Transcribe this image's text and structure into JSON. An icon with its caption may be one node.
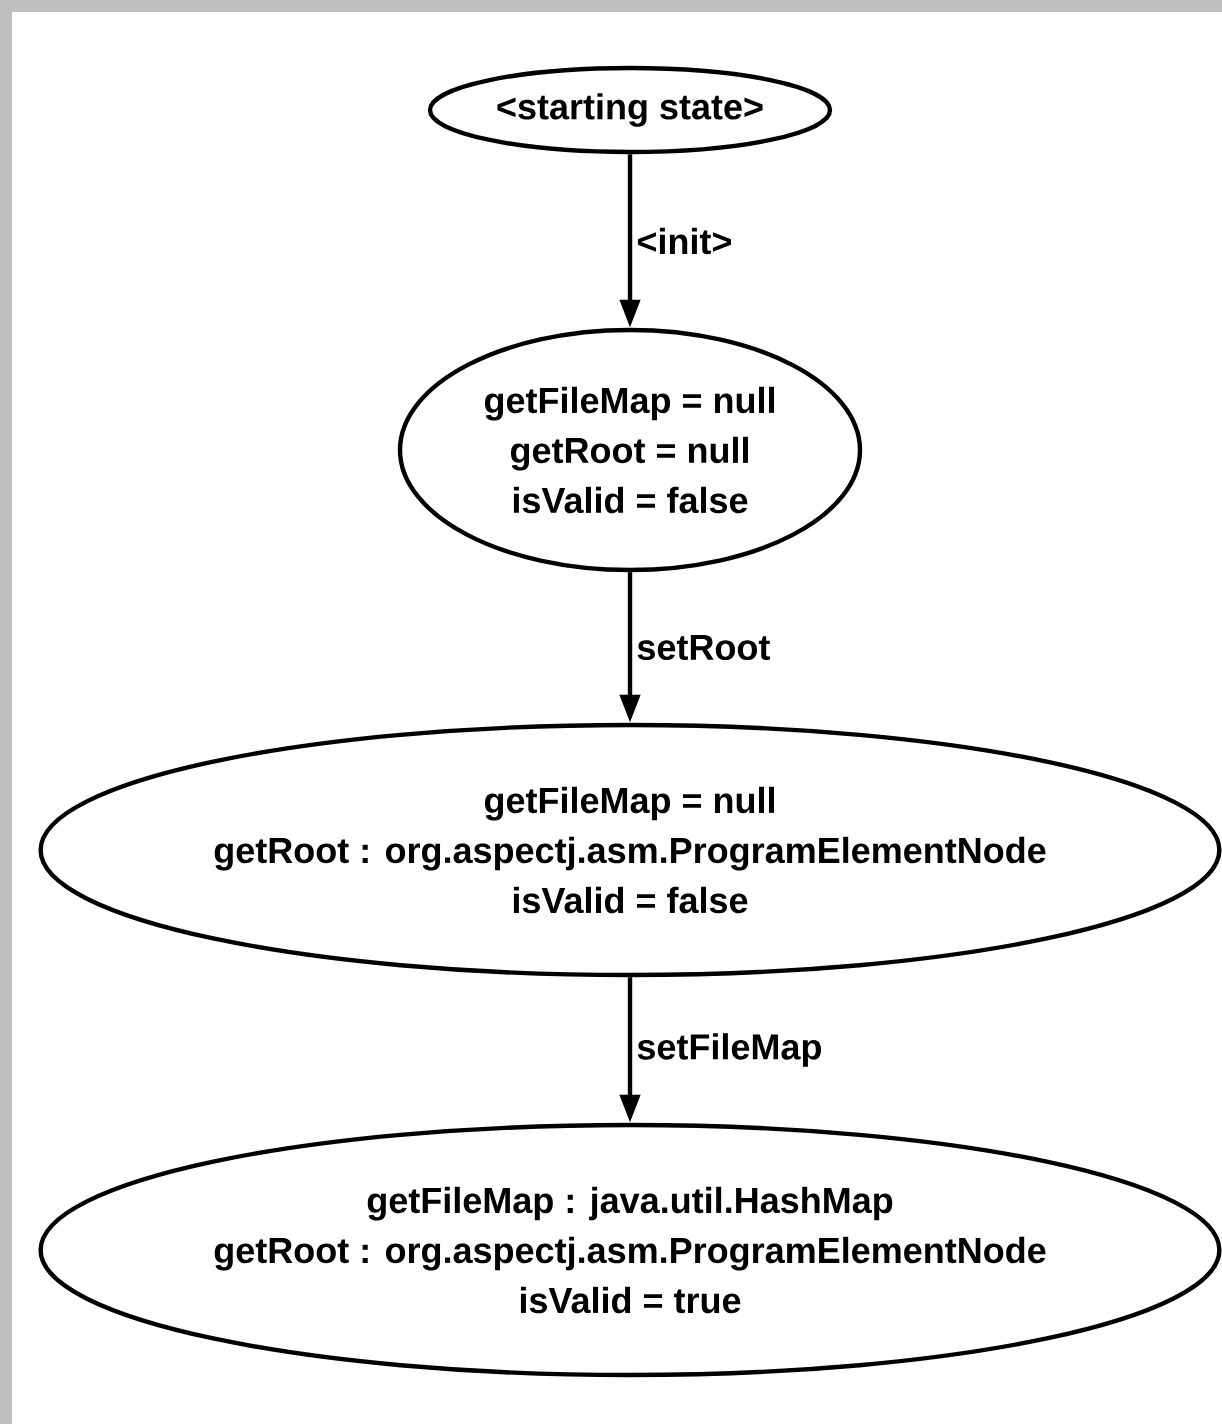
{
  "diagram": {
    "nodes": [
      {
        "text": [
          "<starting state>"
        ]
      },
      {
        "text": [
          "getFileMap = null",
          "getRoot = null",
          "isValid = false"
        ]
      },
      {
        "text": [
          "getFileMap = null",
          "getRoot : org.aspectj.asm.ProgramElementNode",
          "isValid = false"
        ]
      },
      {
        "text": [
          "getFileMap : java.util.HashMap",
          "getRoot : org.aspectj.asm.ProgramElementNode",
          "isValid = true"
        ]
      }
    ],
    "edges": [
      {
        "from": 0,
        "to": 1,
        "arrow": "to",
        "label": "<init>"
      },
      {
        "from": 1,
        "to": 2,
        "arrow": "to",
        "label": "setRoot"
      },
      {
        "from": 2,
        "to": 3,
        "arrow": "to",
        "label": "setFileMap"
      }
    ]
  }
}
